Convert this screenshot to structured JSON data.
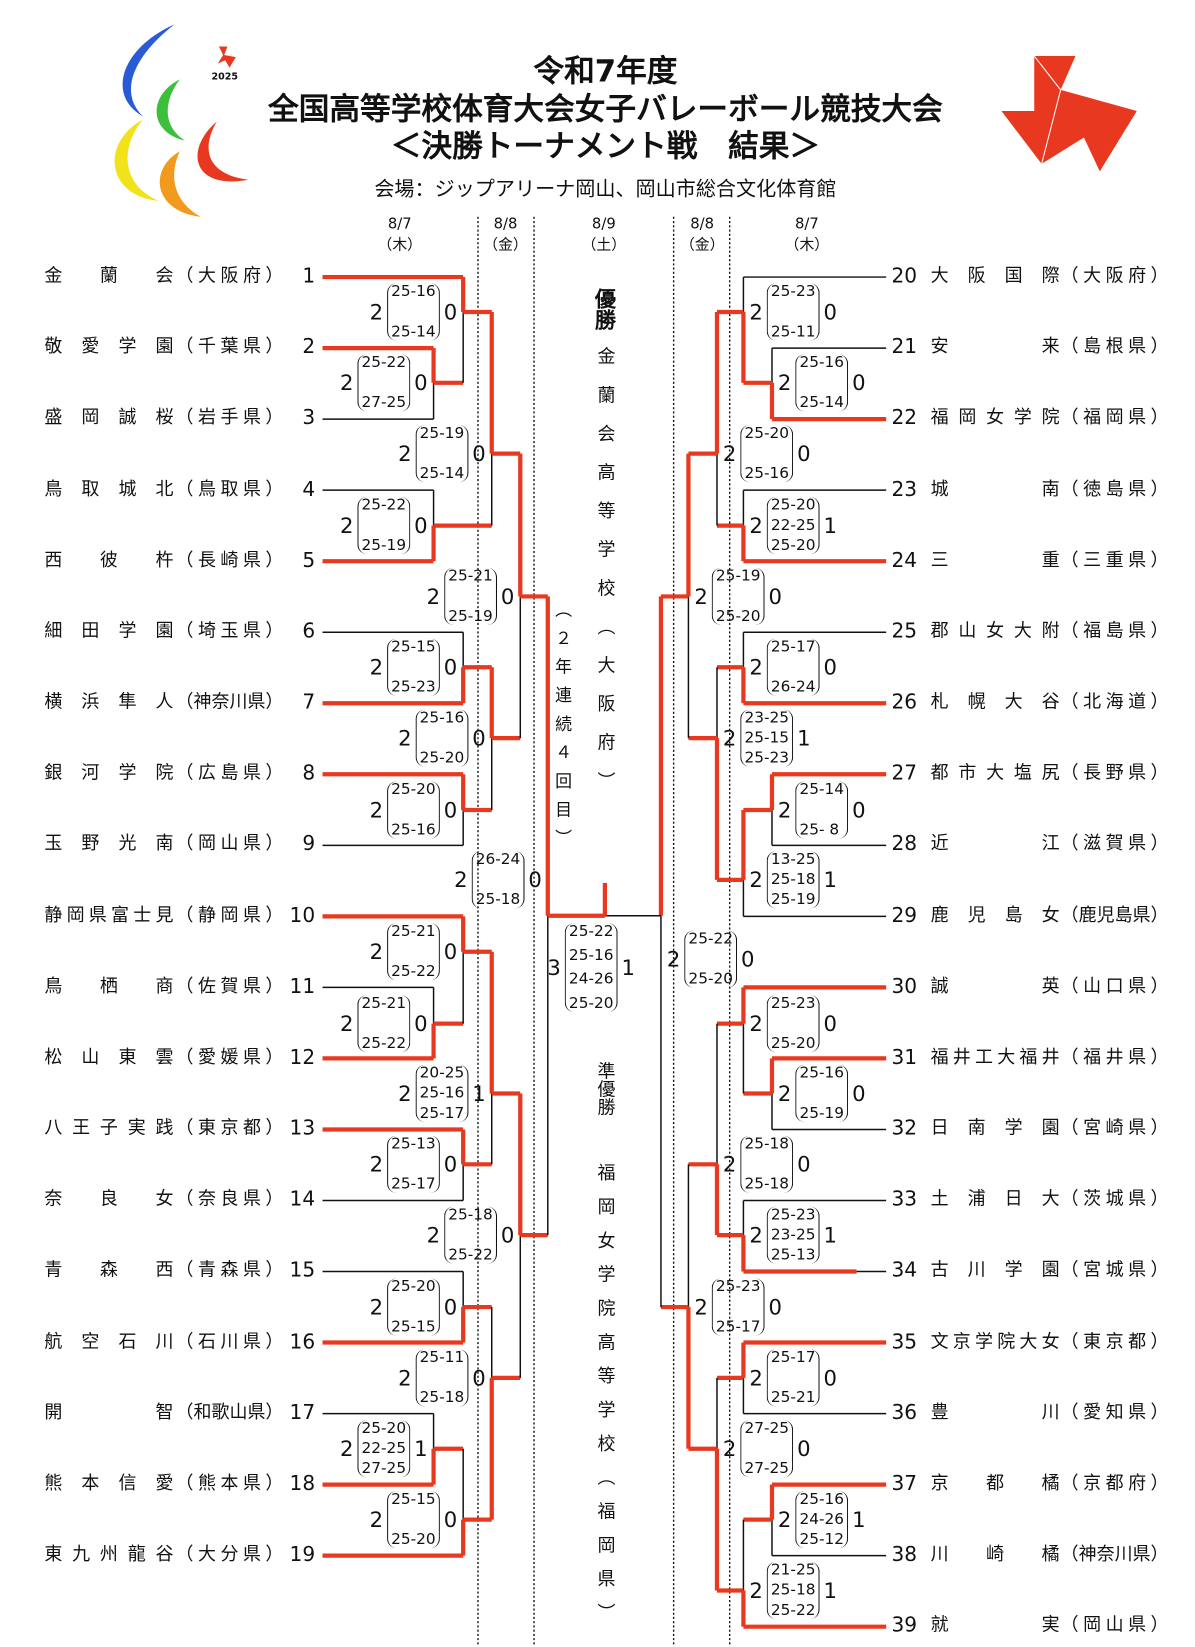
{
  "header": {
    "title_line1": "令和7年度",
    "title_line2": "全国高等学校体育大会女子バレーボール競技大会",
    "title_line3": "＜決勝トーナメント戦　結果＞",
    "venue": "会場：ジップアリーナ岡山、岡山市総合文化体育館",
    "logo_year": "2025"
  },
  "colors": {
    "winner_line": "#e8381f",
    "line": "#111111",
    "logo_red": "#e8381f"
  },
  "dates": [
    {
      "date": "8/7",
      "day": "（木）"
    },
    {
      "date": "8/8",
      "day": "（金）"
    },
    {
      "date": "8/9",
      "day": "（土）"
    },
    {
      "date": "8/8",
      "day": "（金）"
    },
    {
      "date": "8/7",
      "day": "（木）"
    }
  ],
  "teams_left": [
    {
      "no": "1",
      "name": "金蘭会",
      "pref": "（大阪府）"
    },
    {
      "no": "2",
      "name": "敬愛学園",
      "pref": "（千葉県）"
    },
    {
      "no": "3",
      "name": "盛岡誠桜",
      "pref": "（岩手県）"
    },
    {
      "no": "4",
      "name": "鳥取城北",
      "pref": "（鳥取県）"
    },
    {
      "no": "5",
      "name": "西彼杵",
      "pref": "（長崎県）"
    },
    {
      "no": "6",
      "name": "細田学園",
      "pref": "（埼玉県）"
    },
    {
      "no": "7",
      "name": "横浜隼人",
      "pref": "（神奈川県）"
    },
    {
      "no": "8",
      "name": "銀河学院",
      "pref": "（広島県）"
    },
    {
      "no": "9",
      "name": "玉野光南",
      "pref": "（岡山県）"
    },
    {
      "no": "10",
      "name": "静岡県富士見",
      "pref": "（静岡県）"
    },
    {
      "no": "11",
      "name": "鳥栖商",
      "pref": "（佐賀県）"
    },
    {
      "no": "12",
      "name": "松山東雲",
      "pref": "（愛媛県）"
    },
    {
      "no": "13",
      "name": "八王子実践",
      "pref": "（東京都）"
    },
    {
      "no": "14",
      "name": "奈良女",
      "pref": "（奈良県）"
    },
    {
      "no": "15",
      "name": "青森西",
      "pref": "（青森県）"
    },
    {
      "no": "16",
      "name": "航空石川",
      "pref": "（石川県）"
    },
    {
      "no": "17",
      "name": "開智",
      "pref": "（和歌山県）"
    },
    {
      "no": "18",
      "name": "熊本信愛",
      "pref": "（熊本県）"
    },
    {
      "no": "19",
      "name": "東九州龍谷",
      "pref": "（大分県）"
    }
  ],
  "teams_right": [
    {
      "no": "20",
      "name": "大阪国際",
      "pref": "（大阪府）"
    },
    {
      "no": "21",
      "name": "安来",
      "pref": "（島根県）"
    },
    {
      "no": "22",
      "name": "福岡女学院",
      "pref": "（福岡県）"
    },
    {
      "no": "23",
      "name": "城南",
      "pref": "（徳島県）"
    },
    {
      "no": "24",
      "name": "三重",
      "pref": "（三重県）"
    },
    {
      "no": "25",
      "name": "郡山女大附",
      "pref": "（福島県）"
    },
    {
      "no": "26",
      "name": "札幌大谷",
      "pref": "（北海道）"
    },
    {
      "no": "27",
      "name": "都市大塩尻",
      "pref": "（長野県）"
    },
    {
      "no": "28",
      "name": "近江",
      "pref": "（滋賀県）"
    },
    {
      "no": "29",
      "name": "鹿児島女",
      "pref": "（鹿児島県）"
    },
    {
      "no": "30",
      "name": "誠英",
      "pref": "（山口県）"
    },
    {
      "no": "31",
      "name": "福井工大福井",
      "pref": "（福井県）"
    },
    {
      "no": "32",
      "name": "日南学園",
      "pref": "（宮崎県）"
    },
    {
      "no": "33",
      "name": "土浦日大",
      "pref": "（茨城県）"
    },
    {
      "no": "34",
      "name": "古川学園",
      "pref": "（宮城県）"
    },
    {
      "no": "35",
      "name": "文京学院大女",
      "pref": "（東京都）"
    },
    {
      "no": "36",
      "name": "豊川",
      "pref": "（愛知県）"
    },
    {
      "no": "37",
      "name": "京都橘",
      "pref": "（京都府）"
    },
    {
      "no": "38",
      "name": "川崎橘",
      "pref": "（神奈川県）"
    },
    {
      "no": "39",
      "name": "就実",
      "pref": "（岡山県）"
    }
  ],
  "matches": {
    "M23": {
      "winner": "top",
      "w": "2",
      "l": "0",
      "sets": [
        "25-22",
        "27-25"
      ]
    },
    "M1": {
      "winner": "top",
      "w": "2",
      "l": "0",
      "sets": [
        "25-16",
        "25-14"
      ]
    },
    "M45": {
      "winner": "bottom",
      "w": "2",
      "l": "0",
      "sets": [
        "25-22",
        "25-19"
      ]
    },
    "N1": {
      "winner": "top",
      "w": "2",
      "l": "0",
      "sets": [
        "25-19",
        "25-14"
      ]
    },
    "M67": {
      "winner": "bottom",
      "w": "2",
      "l": "0",
      "sets": [
        "25-15",
        "25-23"
      ]
    },
    "M89": {
      "winner": "top",
      "w": "2",
      "l": "0",
      "sets": [
        "25-20",
        "25-16"
      ]
    },
    "N2": {
      "winner": "top",
      "w": "2",
      "l": "0",
      "sets": [
        "25-16",
        "25-20"
      ]
    },
    "Q1": {
      "winner": "top",
      "w": "2",
      "l": "0",
      "sets": [
        "25-21",
        "25-19"
      ]
    },
    "M1112": {
      "winner": "bottom",
      "w": "2",
      "l": "0",
      "sets": [
        "25-21",
        "25-22"
      ]
    },
    "M10": {
      "winner": "top",
      "w": "2",
      "l": "0",
      "sets": [
        "25-21",
        "25-22"
      ]
    },
    "M1314": {
      "winner": "top",
      "w": "2",
      "l": "0",
      "sets": [
        "25-13",
        "25-17"
      ]
    },
    "N3": {
      "winner": "top",
      "w": "2",
      "l": "1",
      "sets": [
        "20-25",
        "25-16",
        "25-17"
      ]
    },
    "M1516": {
      "winner": "bottom",
      "w": "2",
      "l": "0",
      "sets": [
        "25-20",
        "25-15"
      ]
    },
    "M1718": {
      "winner": "bottom",
      "w": "2",
      "l": "1",
      "sets": [
        "25-20",
        "22-25",
        "27-25"
      ]
    },
    "M19": {
      "winner": "bottom",
      "w": "2",
      "l": "0",
      "sets": [
        "25-15",
        "25-20"
      ]
    },
    "N4": {
      "winner": "bottom",
      "w": "2",
      "l": "0",
      "sets": [
        "25-11",
        "25-18"
      ]
    },
    "Q2": {
      "winner": "top",
      "w": "2",
      "l": "0",
      "sets": [
        "25-18",
        "25-22"
      ]
    },
    "S1": {
      "winner": "top",
      "w": "2",
      "l": "0",
      "sets": [
        "26-24",
        "25-18"
      ]
    },
    "R2122": {
      "winner": "bottom",
      "w": "2",
      "l": "0",
      "sets": [
        "25-16",
        "25-14"
      ]
    },
    "R20": {
      "winner": "bottom",
      "w": "2",
      "l": "0",
      "sets": [
        "25-23",
        "25-11"
      ]
    },
    "R2324": {
      "winner": "bottom",
      "w": "2",
      "l": "1",
      "sets": [
        "25-20",
        "22-25",
        "25-20"
      ]
    },
    "P1": {
      "winner": "top",
      "w": "2",
      "l": "0",
      "sets": [
        "25-20",
        "25-16"
      ]
    },
    "R2526": {
      "winner": "bottom",
      "w": "2",
      "l": "0",
      "sets": [
        "25-17",
        "26-24"
      ]
    },
    "R2728": {
      "winner": "top",
      "w": "2",
      "l": "0",
      "sets": [
        "25-14",
        "25- 8"
      ]
    },
    "R29": {
      "winner": "top",
      "w": "2",
      "l": "1",
      "sets": [
        "13-25",
        "25-18",
        "25-19"
      ]
    },
    "P2": {
      "winner": "bottom",
      "w": "2",
      "l": "1",
      "sets": [
        "23-25",
        "25-15",
        "25-23"
      ]
    },
    "QR1": {
      "winner": "top",
      "w": "2",
      "l": "0",
      "sets": [
        "25-19",
        "25-20"
      ]
    },
    "R3132": {
      "winner": "top",
      "w": "2",
      "l": "0",
      "sets": [
        "25-16",
        "25-19"
      ]
    },
    "R30": {
      "winner": "top",
      "w": "2",
      "l": "0",
      "sets": [
        "25-23",
        "25-20"
      ]
    },
    "R3334": {
      "winner": "bottom",
      "w": "2",
      "l": "1",
      "sets": [
        "25-23",
        "23-25",
        "25-13"
      ]
    },
    "P3": {
      "winner": "bottom",
      "w": "2",
      "l": "0",
      "sets": [
        "25-18",
        "25-18"
      ]
    },
    "R3536": {
      "winner": "top",
      "w": "2",
      "l": "0",
      "sets": [
        "25-17",
        "25-21"
      ]
    },
    "R3738": {
      "winner": "top",
      "w": "2",
      "l": "1",
      "sets": [
        "25-16",
        "24-26",
        "25-12"
      ]
    },
    "R39": {
      "winner": "bottom",
      "w": "2",
      "l": "1",
      "sets": [
        "21-25",
        "25-18",
        "25-22"
      ]
    },
    "P4": {
      "winner": "bottom",
      "w": "2",
      "l": "0",
      "sets": [
        "27-25",
        "27-25"
      ]
    },
    "QR2": {
      "winner": "bottom",
      "w": "2",
      "l": "0",
      "sets": [
        "25-23",
        "25-17"
      ]
    },
    "SR": {
      "winner": "top",
      "w": "2",
      "l": "0",
      "sets": [
        "25-22",
        "25-20"
      ]
    },
    "FINAL": {
      "winner": "left",
      "w": "3",
      "l": "1",
      "sets": [
        "25-22",
        "25-16",
        "24-26",
        "25-20"
      ]
    }
  },
  "champion": {
    "label": "優勝",
    "school": "金蘭会高等学校（大阪府）",
    "note": "（２年連続４回目）"
  },
  "runner_up": {
    "label": "準優勝",
    "school": "福岡女学院高等学校（福岡県）"
  }
}
